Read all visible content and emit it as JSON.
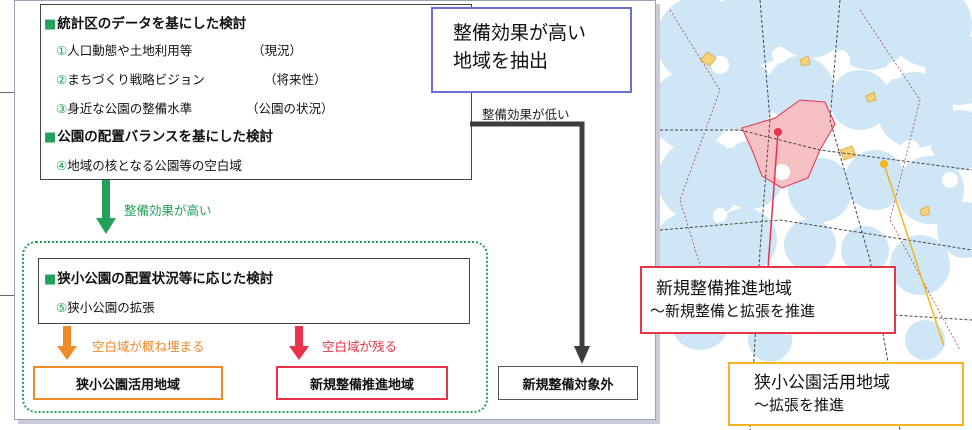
{
  "box1": {
    "title1": "統計区のデータを基にした検討",
    "items": [
      {
        "num": "①",
        "text": "人口動態や土地利用等",
        "note": "（現況）"
      },
      {
        "num": "②",
        "text": "まちづくり戦略ビジョン",
        "note": "（将来性）"
      },
      {
        "num": "③",
        "text": "身近な公園の整備水準",
        "note": "（公園の状況）"
      }
    ],
    "title2": "公園の配置バランスを基にした検討",
    "item4_num": "④",
    "item4": "地域の核となる公園等の空白域"
  },
  "highlight": {
    "line1": "整備効果が高い",
    "line2": "地域を抽出"
  },
  "label_low": "整備効果が低い",
  "label_high": "整備効果が高い",
  "box2": {
    "title": "狭小公園の配置状況等に応じた検討",
    "item_num": "⑤",
    "item": "狭小公園の拡張"
  },
  "label_orange": "空白域が概ね埋まる",
  "label_red": "空白域が残る",
  "result_orange": "狭小公園活用地域",
  "result_red": "新規整備推進地域",
  "result_out": "新規整備対象外",
  "callout_red": {
    "line1": "新規整備推進地域",
    "line2": "～新規整備と拡張を推進"
  },
  "callout_yellow": {
    "line1": "狭小公園活用地域",
    "line2": "～拡張を推進"
  },
  "colors": {
    "green": "#23a05a",
    "orange": "#ef8a2a",
    "red": "#e8334a",
    "yellow": "#f5b51c",
    "highlight": "#6c6fd6",
    "map_blue": "#cfe6f6"
  }
}
